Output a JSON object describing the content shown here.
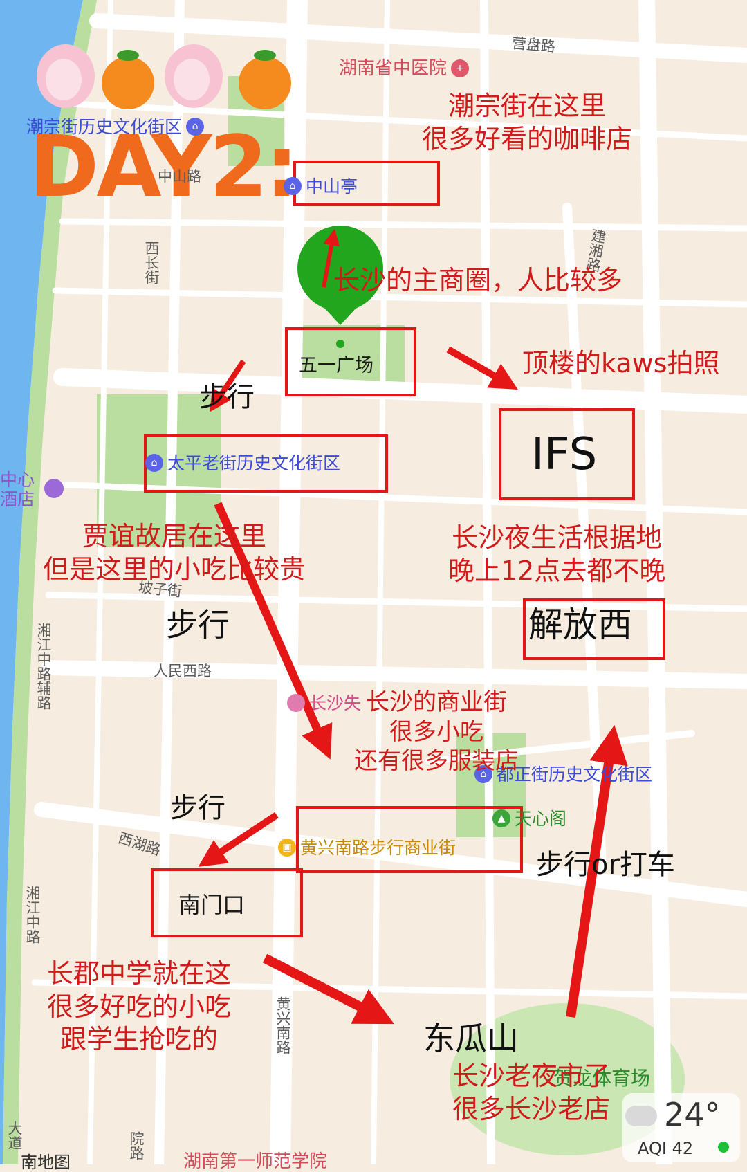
{
  "title": "DAY2:",
  "pois": {
    "hospital": "湖南省中医院",
    "chaozong": "潮宗街历史文化街区",
    "zhongshan": "中山亭",
    "wuyi": "五一广场",
    "taiping": "太平老街历史文化街区",
    "hotel_l1": "中心",
    "hotel_l2": "酒店",
    "changsha_shop": "长沙失",
    "duzheng": "都正街历史文化街区",
    "tianxin": "天心阁",
    "huangxing": "黄兴南路步行商业街",
    "nanmenkou": "南门口",
    "dongguashan": "东瓜山",
    "stadium": "贺龙体育场",
    "ifs": "IFS",
    "jiefangxi": "解放西",
    "bottom_label": "湖南第一师范学院",
    "bottom_left": "南地图"
  },
  "roads": {
    "yingpan": "营盘路",
    "zhongshan": "中山路",
    "xichang": "西长街",
    "jianxiang": "建湘路",
    "pozi": "坡子街",
    "renminxi": "人民西路",
    "xianghang_aux": "湘江中路辅路",
    "xihu": "西湖路",
    "xiangjiang": "湘江中路",
    "huangxingnan": "黄兴南路",
    "yuan": "院路",
    "dadao": "大道"
  },
  "notes": {
    "chaozong_1": "潮宗街在这里",
    "chaozong_2": "很多好看的咖啡店",
    "main_area": "长沙的主商圈，人比较多",
    "kaws": "顶楼的kaws拍照",
    "jiayi_1": "贾谊故居在这里",
    "jiayi_2": "但是这里的小吃比较贵",
    "night_1": "长沙夜生活根据地",
    "night_2": "晚上12点去都不晚",
    "street_1": "长沙的商业街",
    "street_2": "很多小吃",
    "street_3": "还有很多服装店",
    "changjun_1": "长郡中学就在这",
    "changjun_2": "很多好吃的小吃",
    "changjun_3": "跟学生抢吃的",
    "old_market_1": "长沙老夜市了",
    "old_market_2": "很多长沙老店"
  },
  "walk": {
    "w1": "步行",
    "w2": "步行",
    "w3": "步行",
    "w4": "步行or打车"
  },
  "weather": {
    "temp": "24°",
    "aqi": "AQI 42"
  },
  "colors": {
    "accent": "#e51616",
    "title": "#f06a1d",
    "pin": "#22a61e",
    "water": "#6fb6f0",
    "park": "#b9dea0"
  }
}
